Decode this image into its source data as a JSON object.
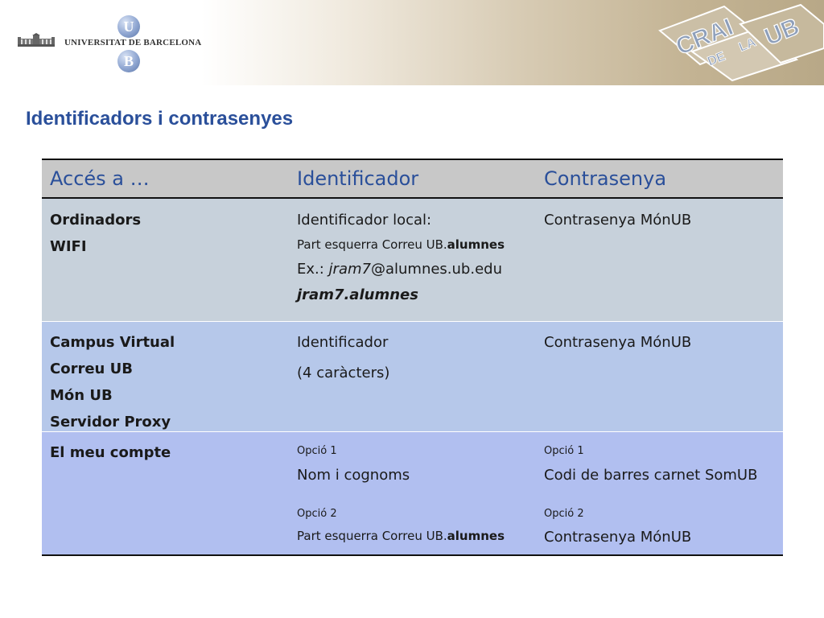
{
  "header": {
    "university_name": "UNIVERSITAT DE BARCELONA",
    "ub_letter_u": "U",
    "ub_letter_b": "B",
    "crai_top": "CRAI",
    "crai_de": "DE",
    "crai_la": "LA",
    "crai_ub": "UB"
  },
  "title": "Identificadors i contrasenyes",
  "table": {
    "headers": [
      "Accés a …",
      "Identificador",
      "Contrasenya"
    ],
    "rows": [
      {
        "access": [
          "Ordinadors",
          "WIFI"
        ],
        "identifier": {
          "line1": "Identificador local:",
          "line2_a": "Part esquerra Correu UB.",
          "line2_b": "alumnes",
          "line3_a": "Ex.: ",
          "line3_b": "jram7",
          "line3_c": "@alumnes.ub.edu",
          "line4": "jram7.alumnes"
        },
        "password": "Contrasenya MónUB"
      },
      {
        "access": [
          "Campus Virtual",
          "Correu UB",
          "Món UB",
          "Servidor Proxy"
        ],
        "identifier": {
          "line1": "Identificador",
          "line2": "(4 caràcters)"
        },
        "password": "Contrasenya MónUB"
      },
      {
        "access": [
          "El meu compte"
        ],
        "identifier": {
          "opt1_label": "Opció 1",
          "opt1_value": "Nom i cognoms",
          "opt2_label": "Opció 2",
          "opt2_value_a": "Part esquerra Correu UB.",
          "opt2_value_b": "alumnes"
        },
        "password": {
          "opt1_label": "Opció 1",
          "opt1_value": "Codi de barres carnet SomUB",
          "opt2_label": "Opció 2",
          "opt2_value": "Contrasenya MónUB"
        }
      }
    ]
  }
}
